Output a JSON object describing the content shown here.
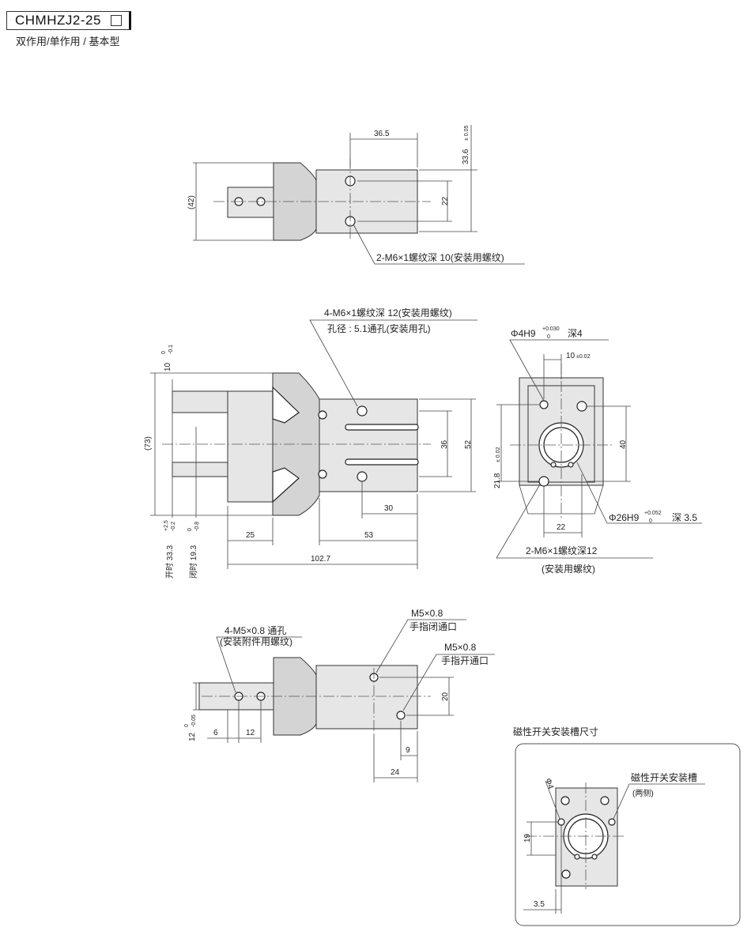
{
  "header": {
    "model_code": "CHMHZJ2-25",
    "subtitle": "双作用/单作用 / 基本型"
  },
  "top_view": {
    "dim_width": "36.5",
    "dim_height": "33.6",
    "dim_height_tol": "± 0.05",
    "dim_overall": "(42)",
    "dim_holes": "22",
    "note_thread": "2-M6×1螺纹深 10(安装用螺纹)"
  },
  "side_view": {
    "note_line1": "4-M6×1螺纹深 12(安装用螺纹)",
    "note_line2": "孔径 : 5.1通孔(安装用孔)",
    "dim_top": "10",
    "dim_top_tol_up": "0",
    "dim_top_tol_dn": "-0.1",
    "dim_73": "(73)",
    "dim_36": "36",
    "dim_52": "52",
    "dim_30": "30",
    "dim_25": "25",
    "dim_53": "53",
    "dim_1027": "102.7",
    "open_label": "开时 33.3",
    "open_tol_up": "+2.5",
    "open_tol_dn": "-0.2",
    "close_label": "闭时 19.3",
    "close_tol_up": "0",
    "close_tol_dn": "-0.8"
  },
  "end_view": {
    "note_pin": "Φ4H9",
    "note_pin_tol_up": "+0.030",
    "note_pin_tol_dn": "0",
    "note_pin_depth": "深4",
    "dim_10": "10",
    "dim_10_tol": "±0.02",
    "dim_40": "40",
    "dim_218": "21.8",
    "dim_218_tol": "± 0.02",
    "dim_22": "22",
    "note_bore": "Φ26H9",
    "note_bore_tol_up": "+0.052",
    "note_bore_tol_dn": "0",
    "note_bore_depth": "深 3.5",
    "note_thread_line1": "2-M6×1螺纹深12",
    "note_thread_line2": "(安装用螺纹)"
  },
  "bottom_view": {
    "note_m5_line1": "4-M5×0.8  通孔",
    "note_m5_line2": "(安装附件用螺纹)",
    "port_close_line1": "M5×0.8",
    "port_close_line2": "手指闭通口",
    "port_open_line1": "M5×0.8",
    "port_open_line2": "手指开通口",
    "dim_12": "12",
    "dim_12_tol_up": "0",
    "dim_12_tol_dn": "-0.05",
    "dim_6": "6",
    "dim_12b": "12",
    "dim_20": "20",
    "dim_9": "9",
    "dim_24": "24"
  },
  "switch_view": {
    "title": "磁性开关安装槽尺寸",
    "slot_label": "磁性开关安装槽",
    "slot_sub": "(两侧)",
    "dim_phi4": "Φ4",
    "dim_19": "19",
    "dim_35": "3.5"
  }
}
